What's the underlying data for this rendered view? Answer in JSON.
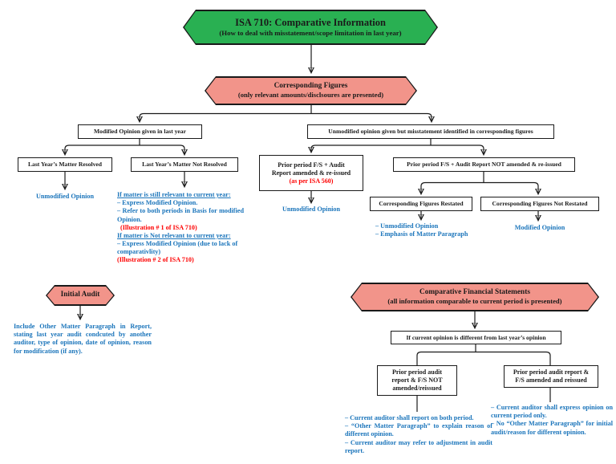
{
  "colors": {
    "green": "#29b052",
    "pink": "#f2948a",
    "blue": "#1b75bb",
    "red": "#fe0000",
    "line": "#1a1a1a"
  },
  "nodes": {
    "root": {
      "line1": "ISA 710: Comparative Information",
      "line2": "(How to deal with misstatement/scope limitation in last year)"
    },
    "corresponding_figures": {
      "line1": "Corresponding Figures",
      "line2": "(only relevant amounts/disclsoures are presented)"
    },
    "modified_branch": "Modified Opinion  given in last year",
    "unmodified_branch": "Unmodified opinion given but misstatement identified in corresponding figures",
    "matter_resolved": "Last Year’s Matter Resolved",
    "matter_not_resolved": "Last Year’s Matter Not Resolved",
    "amended": {
      "line1": "Prior period F/S + Audit",
      "line2": "Report amended & re-issued",
      "line3": "(as per ISA 560)"
    },
    "not_amended": "Prior period F/S + Audit Report NOT amended & re-issued",
    "cf_restated": "Corresponding Figures Restated",
    "cf_not_restated": "Corresponding Figures Not Restated",
    "initial_audit": "Initial Audit",
    "comparative_fs": {
      "line1": "Comparative Financial Statements",
      "line2": "(all information comparable to current period is presented)"
    },
    "if_different": "If current opinion is different from last year’s opinion",
    "prior_not_amended": {
      "line1": "Prior period audit",
      "line2": "report & F/S NOT",
      "line3": "amended/reissued"
    },
    "prior_amended": {
      "line1": "Prior period audit report &",
      "line2": "F/S amended and reissued"
    }
  },
  "annotations": {
    "resolved_outcome": "Unmodified Opinion",
    "not_resolved": {
      "heading1": "If matter is still relevant to current year:",
      "bullet1": "– Express Modified Opinion.",
      "bullet2": "– Refer to both periods in Basis for modified Opinion.",
      "illustration1": "(Illustration # 1 of ISA 710)",
      "heading2": "If matter is Not relevant to current year:",
      "bullet3": "– Express Modified Opinion (due to lack of comparativlity)",
      "illustration2": "(Illustration # 2 of ISA 710)"
    },
    "amended_outcome": "Unmodified Opinion",
    "restated_outcome": {
      "line1": "– Unmodified Opinion",
      "line2": "– Emphasis of Matter Paragraph"
    },
    "not_restated_outcome": "Modified Opinion",
    "initial_audit_note": "Include Other Matter Paragraph in Report, stating last year audit condcuted by another auditor, type of opinion, date of opinion, reason for modification (if any).",
    "prior_not_amended_notes": {
      "bullet1": "– Current auditor shall report on both period.",
      "bullet2": "– “Other Matter Paragraph” to explain reason of different opinion.",
      "bullet3": "– Current auditor may refer to adjustment in audit report."
    },
    "prior_amended_notes": {
      "bullet1": "– Current auditor shall express opinion on current period only.",
      "bullet2": "– No “Other Matter Paragraph” for initial audit/reason for different opinion."
    }
  }
}
